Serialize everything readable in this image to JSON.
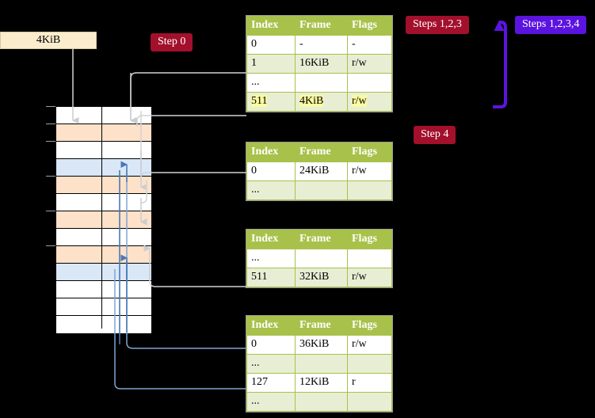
{
  "labels": {
    "step0": "Step 0",
    "steps123": "Steps 1,2,3",
    "steps1234": "Steps 1,2,3,4",
    "step4": "Step 4",
    "page_size": "4KiB"
  },
  "colors": {
    "pill_red": "#a3102c",
    "pill_blue": "#5b14e0",
    "table_header": "#a8c14a",
    "table_row_alt": "#e8eed4",
    "highlight": "#fafaa0",
    "mem_peach": "#fde1c8",
    "mem_blue": "#d9e7f7",
    "kib_box": "#faeccd",
    "arrow_gray": "#c9cdd2",
    "arrow_blue": "#4a78b5",
    "wire_blue": "#7fa6d4",
    "wire_gray": "#d0d3d6"
  },
  "columns": [
    "Index",
    "Frame",
    "Flags"
  ],
  "tables": [
    {
      "name": "pml4-table",
      "rows": [
        {
          "cells": [
            "0",
            "-",
            "-"
          ],
          "shade": "w",
          "highlight": false
        },
        {
          "cells": [
            "1",
            "16KiB",
            "r/w"
          ],
          "shade": "g",
          "highlight": false
        },
        {
          "cells": [
            "...",
            "",
            ""
          ],
          "shade": "w",
          "highlight": false
        },
        {
          "cells": [
            "511",
            "4KiB",
            "r/w"
          ],
          "shade": "g",
          "highlight": true
        }
      ]
    },
    {
      "name": "pdpt-table",
      "rows": [
        {
          "cells": [
            "0",
            "24KiB",
            "r/w"
          ],
          "shade": "w",
          "highlight": false
        },
        {
          "cells": [
            "...",
            "",
            ""
          ],
          "shade": "g",
          "highlight": false
        }
      ]
    },
    {
      "name": "pd-table",
      "rows": [
        {
          "cells": [
            "...",
            "",
            ""
          ],
          "shade": "w",
          "highlight": false
        },
        {
          "cells": [
            "511",
            "32KiB",
            "r/w"
          ],
          "shade": "g",
          "highlight": false
        }
      ]
    },
    {
      "name": "pt-table",
      "rows": [
        {
          "cells": [
            "0",
            "36KiB",
            "r/w"
          ],
          "shade": "w",
          "highlight": false
        },
        {
          "cells": [
            "...",
            "",
            ""
          ],
          "shade": "g",
          "highlight": false
        },
        {
          "cells": [
            "127",
            "12KiB",
            "r"
          ],
          "shade": "w",
          "highlight": false
        },
        {
          "cells": [
            "...",
            "",
            ""
          ],
          "shade": "g",
          "highlight": false
        }
      ]
    }
  ],
  "memory_column": {
    "name": "physical-memory-column",
    "rows": [
      {
        "fill": "white",
        "tick": true
      },
      {
        "fill": "peach",
        "tick": true
      },
      {
        "fill": "white",
        "tick": true
      },
      {
        "fill": "blue",
        "tick": false
      },
      {
        "fill": "peach",
        "tick": true
      },
      {
        "fill": "white",
        "tick": false
      },
      {
        "fill": "peach",
        "tick": true
      },
      {
        "fill": "white",
        "tick": false
      },
      {
        "fill": "peach",
        "tick": true
      },
      {
        "fill": "blue",
        "tick": false
      },
      {
        "fill": "white",
        "tick": false
      },
      {
        "fill": "white",
        "tick": false
      },
      {
        "fill": "white",
        "tick": false
      }
    ]
  },
  "icons": {
    "down_arrow": "arrow-down-icon",
    "up_arrow": "arrow-up-icon",
    "loop_arrow": "loop-arrow-up-icon"
  }
}
